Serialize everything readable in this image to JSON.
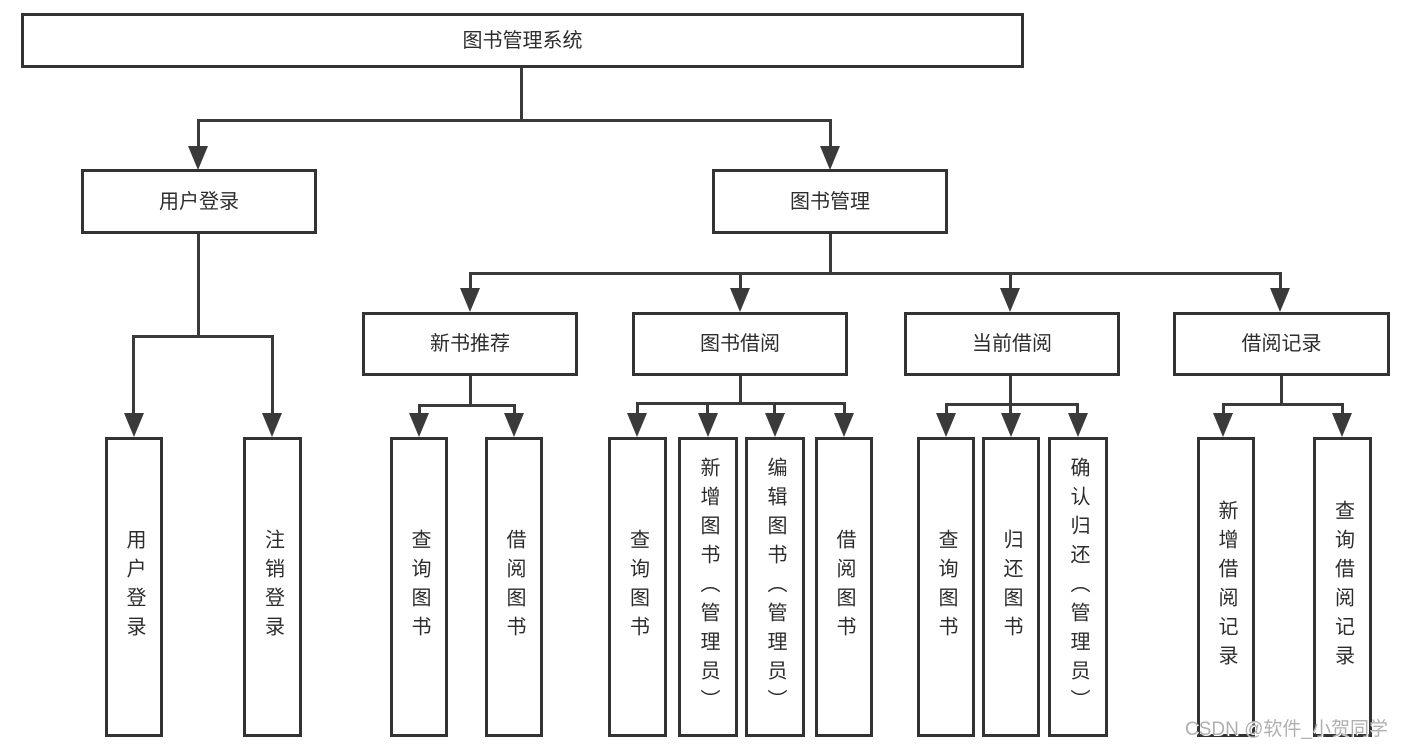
{
  "diagram": {
    "title": "图书管理系统",
    "branches": [
      {
        "label": "用户登录",
        "children": [
          "用户登录",
          "注销登录"
        ]
      },
      {
        "label": "图书管理",
        "sections": [
          {
            "label": "新书推荐",
            "children": [
              "查询图书",
              "借阅图书"
            ]
          },
          {
            "label": "图书借阅",
            "children": [
              "查询图书",
              "新增图书（管理员）",
              "编辑图书（管理员）",
              "借阅图书"
            ]
          },
          {
            "label": "当前借阅",
            "children": [
              "查询图书",
              "归还图书",
              "确认归还（管理员）"
            ]
          },
          {
            "label": "借阅记录",
            "children": [
              "新增借阅记录",
              "查询借阅记录"
            ]
          }
        ]
      }
    ]
  },
  "watermark": {
    "text": "CSDN @软件_小贺同学"
  },
  "colors": {
    "line": "#3a3a3a",
    "box_border": "#333333",
    "text": "#2d2d2d",
    "background": "#ffffff",
    "watermark": "#b0b0b0"
  }
}
